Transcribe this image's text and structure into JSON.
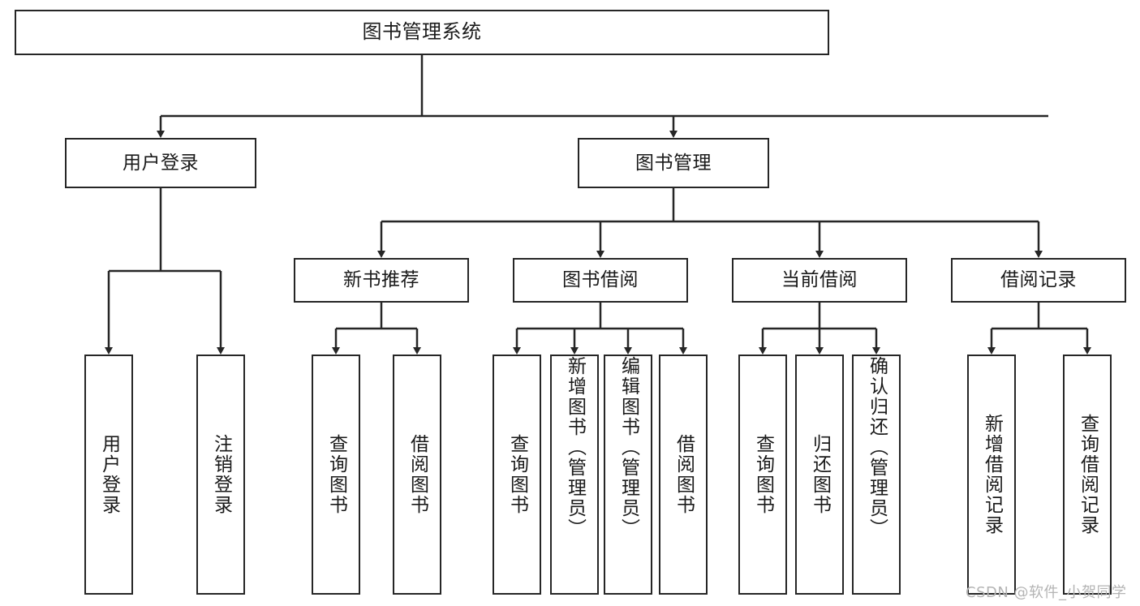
{
  "diagram": {
    "title": "图书管理系统",
    "type": "tree",
    "watermark": "CSDN @软件_小贺同学",
    "colors": {
      "box_border": "#262626",
      "box_fill": "#ffffff",
      "connector": "#262626",
      "text": "#1a1a1a",
      "watermark": "#b4b4b4"
    }
  },
  "nodes": {
    "root": {
      "label": "图书管理系统"
    },
    "level2": [
      {
        "id": "user-login",
        "label": "用户登录"
      },
      {
        "id": "book-manage",
        "label": "图书管理"
      }
    ],
    "level3": [
      {
        "id": "new-book-rec",
        "label": "新书推荐"
      },
      {
        "id": "book-borrow",
        "label": "图书借阅"
      },
      {
        "id": "current-borrow",
        "label": "当前借阅"
      },
      {
        "id": "borrow-record",
        "label": "借阅记录"
      }
    ],
    "leaves": {
      "user_login": [
        {
          "id": "leaf-user-login",
          "label": "用户登录"
        },
        {
          "id": "leaf-logout",
          "label": "注销登录"
        }
      ],
      "new_book_rec": [
        {
          "id": "leaf-query-book-1",
          "label": "查询图书"
        },
        {
          "id": "leaf-borrow-book-1",
          "label": "借阅图书"
        }
      ],
      "book_borrow": [
        {
          "id": "leaf-query-book-2",
          "label": "查询图书"
        },
        {
          "id": "leaf-add-book",
          "label": "新增图书（管理员）"
        },
        {
          "id": "leaf-edit-book",
          "label": "编辑图书（管理员）"
        },
        {
          "id": "leaf-borrow-book-2",
          "label": "借阅图书"
        }
      ],
      "current_borrow": [
        {
          "id": "leaf-query-book-3",
          "label": "查询图书"
        },
        {
          "id": "leaf-return-book",
          "label": "归还图书"
        },
        {
          "id": "leaf-confirm-return",
          "label": "确认归还（管理员）"
        }
      ],
      "borrow_record": [
        {
          "id": "leaf-add-record",
          "label": "新增借阅记录"
        },
        {
          "id": "leaf-query-record",
          "label": "查询借阅记录"
        }
      ]
    }
  }
}
